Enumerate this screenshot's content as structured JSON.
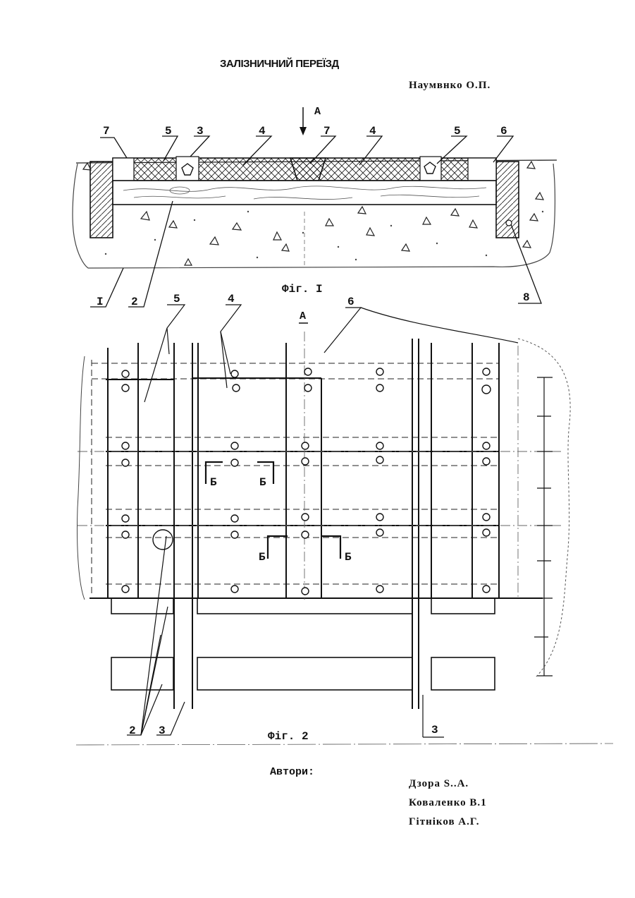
{
  "document": {
    "title": "ЗАЛІЗНИЧНИЙ ПЕРЕЇЗД",
    "applicant": "Наумвнко О.П.",
    "authors_label": "Автори:",
    "authors": [
      "Дзора S..A.",
      "Коваленко В.1",
      "Гітніков А.Г."
    ]
  },
  "figure1": {
    "caption": "Фіг. I",
    "view_arrow": "А",
    "callouts": [
      "7",
      "5",
      "3",
      "4",
      "7",
      "4",
      "5",
      "6",
      "I",
      "2",
      "8"
    ]
  },
  "figure2": {
    "caption": "Фіг. 2",
    "view_label": "А",
    "callouts": [
      "5",
      "4",
      "6",
      "2",
      "3",
      "3"
    ],
    "section_marks": [
      "Б",
      "Б",
      "Б",
      "Б"
    ]
  }
}
